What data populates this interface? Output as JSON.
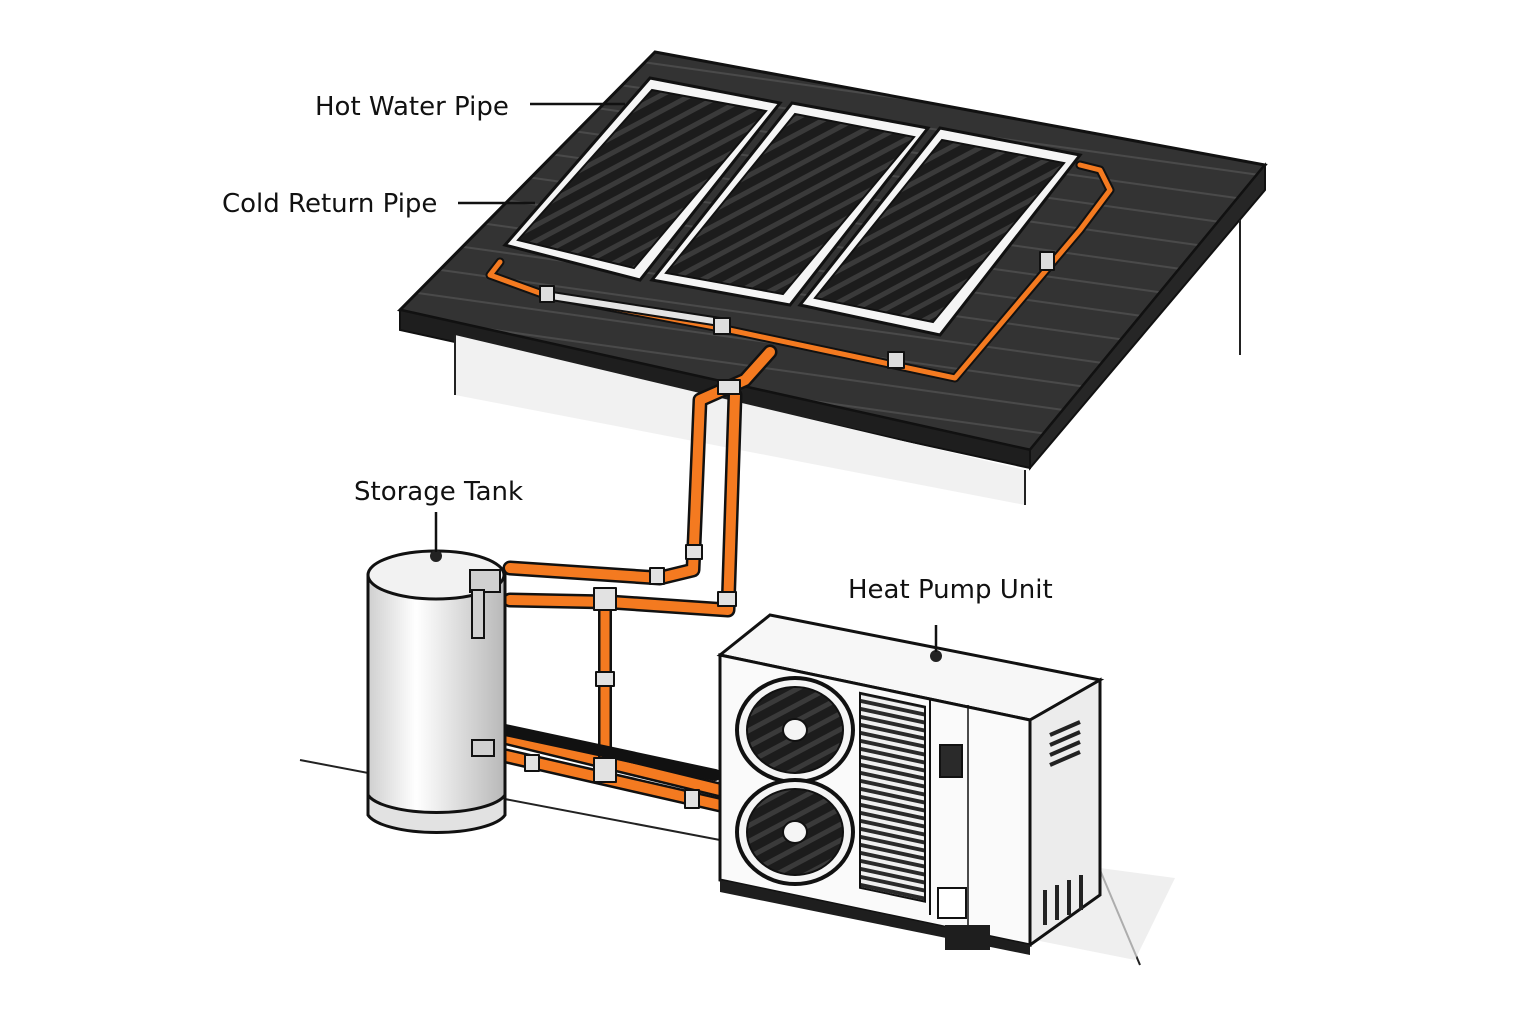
{
  "diagram": {
    "labels": {
      "hot_water_pipe": "Hot Water Pipe",
      "cold_return_pipe": "Cold Return Pipe",
      "storage_tank": "Storage Tank",
      "heat_pump_unit": "Heat Pump Unit"
    },
    "colors": {
      "pipe": "#f47a20",
      "roof": "#2f2f2f",
      "panel": "#1e1e1e",
      "outline": "#111111",
      "tank": "#e9e9e9",
      "unit": "#f5f5f5"
    }
  }
}
